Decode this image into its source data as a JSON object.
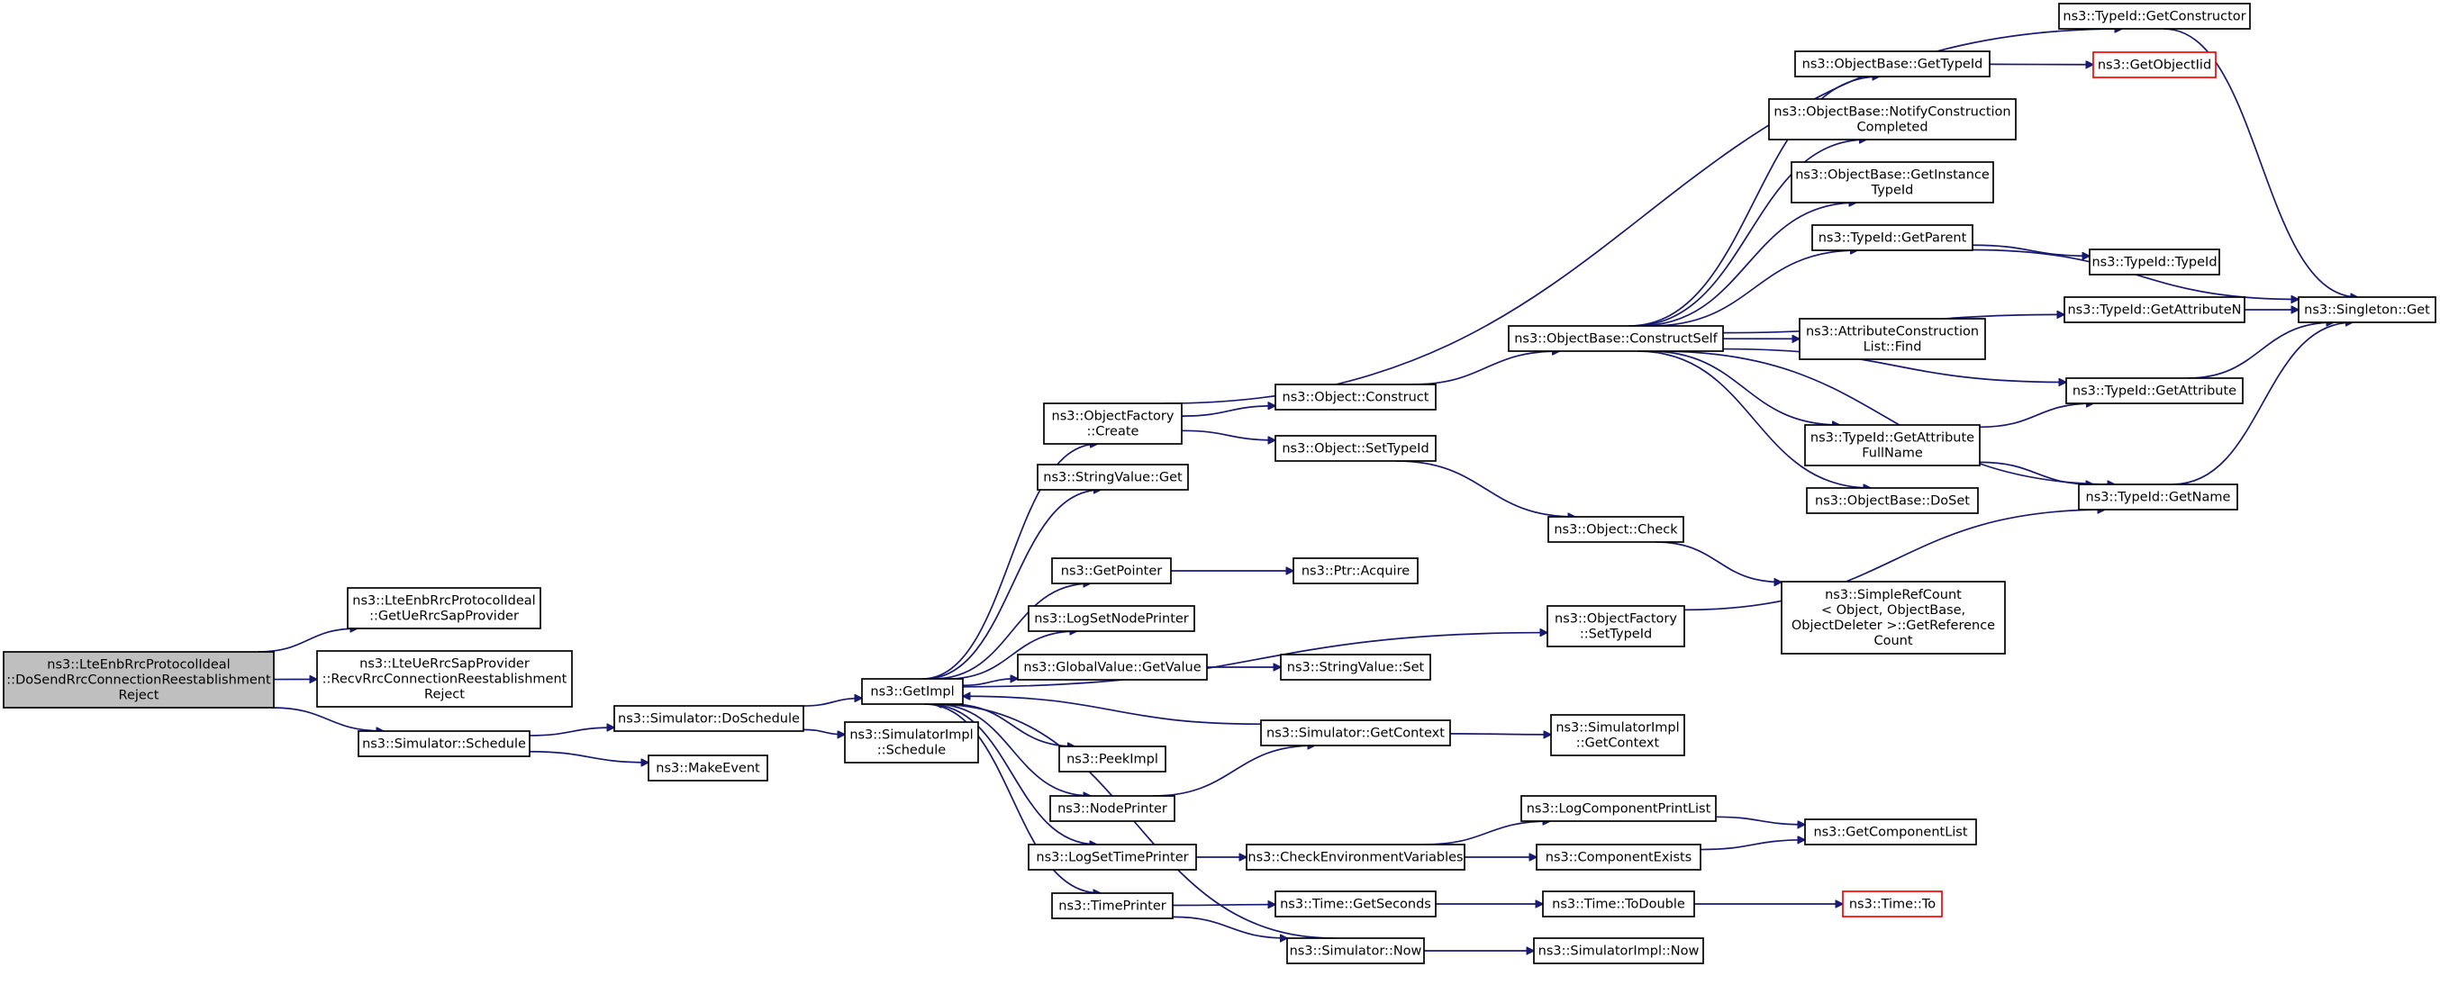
{
  "colors": {
    "edge": "#191970",
    "border": "#000000",
    "root_fill": "#bfbfbf",
    "red_border": "#ff0000",
    "background": "#ffffff"
  },
  "nodes": [
    {
      "id": "root",
      "lines": [
        "ns3::LteEnbRrcProtocolIdeal",
        "::DoSendRrcConnectionReestablishment",
        "Reject"
      ],
      "style": "root"
    },
    {
      "id": "getuerrc",
      "lines": [
        "ns3::LteEnbRrcProtocolIdeal",
        "::GetUeRrcSapProvider"
      ]
    },
    {
      "id": "recvrrc",
      "lines": [
        "ns3::LteUeRrcSapProvider",
        "::RecvRrcConnectionReestablishment",
        "Reject"
      ]
    },
    {
      "id": "schedule",
      "lines": [
        "ns3::Simulator::Schedule"
      ]
    },
    {
      "id": "doschedule",
      "lines": [
        "ns3::Simulator::DoSchedule"
      ]
    },
    {
      "id": "makeevent",
      "lines": [
        "ns3::MakeEvent"
      ]
    },
    {
      "id": "getimpl",
      "lines": [
        "ns3::GetImpl"
      ]
    },
    {
      "id": "simimplschedule",
      "lines": [
        "ns3::SimulatorImpl",
        "::Schedule"
      ]
    },
    {
      "id": "objfactcreate",
      "lines": [
        "ns3::ObjectFactory",
        "::Create"
      ]
    },
    {
      "id": "stringvalueget",
      "lines": [
        "ns3::StringValue::Get"
      ]
    },
    {
      "id": "getpointer",
      "lines": [
        "ns3::GetPointer"
      ]
    },
    {
      "id": "logsetnode",
      "lines": [
        "ns3::LogSetNodePrinter"
      ]
    },
    {
      "id": "globalvalue",
      "lines": [
        "ns3::GlobalValue::GetValue"
      ]
    },
    {
      "id": "peekimpl",
      "lines": [
        "ns3::PeekImpl"
      ]
    },
    {
      "id": "nodeprinter",
      "lines": [
        "ns3::NodePrinter"
      ]
    },
    {
      "id": "logsettime",
      "lines": [
        "ns3::LogSetTimePrinter"
      ]
    },
    {
      "id": "timeprinter",
      "lines": [
        "ns3::TimePrinter"
      ]
    },
    {
      "id": "ptracquire",
      "lines": [
        "ns3::Ptr::Acquire"
      ]
    },
    {
      "id": "stringvalueset",
      "lines": [
        "ns3::StringValue::Set"
      ]
    },
    {
      "id": "simgetcontext",
      "lines": [
        "ns3::Simulator::GetContext"
      ]
    },
    {
      "id": "checkenv",
      "lines": [
        "ns3::CheckEnvironmentVariables"
      ]
    },
    {
      "id": "timegetseconds",
      "lines": [
        "ns3::Time::GetSeconds"
      ]
    },
    {
      "id": "simnow",
      "lines": [
        "ns3::Simulator::Now"
      ]
    },
    {
      "id": "objconstruct",
      "lines": [
        "ns3::Object::Construct"
      ]
    },
    {
      "id": "objsettypeid",
      "lines": [
        "ns3::Object::SetTypeId"
      ]
    },
    {
      "id": "constructself",
      "lines": [
        "ns3::ObjectBase::ConstructSelf"
      ]
    },
    {
      "id": "objcheck",
      "lines": [
        "ns3::Object::Check"
      ]
    },
    {
      "id": "objfactsettypeid",
      "lines": [
        "ns3::ObjectFactory",
        "::SetTypeId"
      ]
    },
    {
      "id": "simimplgetcontext",
      "lines": [
        "ns3::SimulatorImpl",
        "::GetContext"
      ]
    },
    {
      "id": "logcompprint",
      "lines": [
        "ns3::LogComponentPrintList"
      ]
    },
    {
      "id": "compexists",
      "lines": [
        "ns3::ComponentExists"
      ]
    },
    {
      "id": "timetodouble",
      "lines": [
        "ns3::Time::ToDouble"
      ]
    },
    {
      "id": "simimplnow",
      "lines": [
        "ns3::SimulatorImpl::Now"
      ]
    },
    {
      "id": "simplerefcount",
      "lines": [
        "ns3::SimpleRefCount",
        "< Object, ObjectBase,",
        " ObjectDeleter >::GetReference",
        "Count"
      ]
    },
    {
      "id": "getcomplist",
      "lines": [
        "ns3::GetComponentList"
      ]
    },
    {
      "id": "timeto",
      "lines": [
        "ns3::Time::To"
      ],
      "style": "red"
    },
    {
      "id": "obgettypeid",
      "lines": [
        "ns3::ObjectBase::GetTypeId"
      ]
    },
    {
      "id": "notifyconstruct",
      "lines": [
        "ns3::ObjectBase::NotifyConstruction",
        "Completed"
      ]
    },
    {
      "id": "getinstancetypeid",
      "lines": [
        "ns3::ObjectBase::GetInstance",
        "TypeId"
      ]
    },
    {
      "id": "typeidgetparent",
      "lines": [
        "ns3::TypeId::GetParent"
      ]
    },
    {
      "id": "attrconstructfind",
      "lines": [
        "ns3::AttributeConstruction",
        "List::Find"
      ]
    },
    {
      "id": "getattrfullname",
      "lines": [
        "ns3::TypeId::GetAttribute",
        "FullName"
      ]
    },
    {
      "id": "obdoset",
      "lines": [
        "ns3::ObjectBase::DoSet"
      ]
    },
    {
      "id": "getconstructor",
      "lines": [
        "ns3::TypeId::GetConstructor"
      ]
    },
    {
      "id": "getobjectiid",
      "lines": [
        "ns3::GetObjectIid"
      ],
      "style": "red"
    },
    {
      "id": "typeidtypeid",
      "lines": [
        "ns3::TypeId::TypeId"
      ]
    },
    {
      "id": "getattributen",
      "lines": [
        "ns3::TypeId::GetAttributeN"
      ]
    },
    {
      "id": "getattribute",
      "lines": [
        "ns3::TypeId::GetAttribute"
      ]
    },
    {
      "id": "typeidgetname",
      "lines": [
        "ns3::TypeId::GetName"
      ]
    },
    {
      "id": "singletonget",
      "lines": [
        "ns3::Singleton::Get"
      ]
    }
  ],
  "edges": [
    [
      "root",
      "getuerrc"
    ],
    [
      "root",
      "recvrrc"
    ],
    [
      "root",
      "schedule"
    ],
    [
      "schedule",
      "doschedule"
    ],
    [
      "schedule",
      "makeevent"
    ],
    [
      "doschedule",
      "getimpl"
    ],
    [
      "doschedule",
      "simimplschedule"
    ],
    [
      "getimpl",
      "objfactcreate"
    ],
    [
      "getimpl",
      "stringvalueget"
    ],
    [
      "getimpl",
      "getpointer"
    ],
    [
      "getimpl",
      "logsetnode"
    ],
    [
      "getimpl",
      "globalvalue"
    ],
    [
      "getimpl",
      "peekimpl"
    ],
    [
      "getimpl",
      "nodeprinter"
    ],
    [
      "getimpl",
      "logsettime"
    ],
    [
      "getimpl",
      "timeprinter"
    ],
    [
      "getimpl",
      "objfactsettypeid"
    ],
    [
      "objfactcreate",
      "objconstruct"
    ],
    [
      "objfactcreate",
      "objsettypeid"
    ],
    [
      "objfactcreate",
      "getconstructor"
    ],
    [
      "getpointer",
      "ptracquire"
    ],
    [
      "globalvalue",
      "stringvalueset"
    ],
    [
      "simgetcontext",
      "getimpl"
    ],
    [
      "simgetcontext",
      "simimplgetcontext"
    ],
    [
      "nodeprinter",
      "simgetcontext"
    ],
    [
      "logsettime",
      "checkenv"
    ],
    [
      "checkenv",
      "logcompprint"
    ],
    [
      "checkenv",
      "compexists"
    ],
    [
      "timeprinter",
      "timegetseconds"
    ],
    [
      "timeprinter",
      "simnow"
    ],
    [
      "simnow",
      "getimpl"
    ],
    [
      "timegetseconds",
      "timetodouble"
    ],
    [
      "simnow",
      "simimplnow"
    ],
    [
      "timetodouble",
      "timeto"
    ],
    [
      "objconstruct",
      "constructself"
    ],
    [
      "objsettypeid",
      "objcheck"
    ],
    [
      "objcheck",
      "simplerefcount"
    ],
    [
      "logcompprint",
      "getcomplist"
    ],
    [
      "compexists",
      "getcomplist"
    ],
    [
      "constructself",
      "obgettypeid"
    ],
    [
      "constructself",
      "notifyconstruct"
    ],
    [
      "constructself",
      "getinstancetypeid"
    ],
    [
      "constructself",
      "typeidgetparent"
    ],
    [
      "constructself",
      "getattributen"
    ],
    [
      "constructself",
      "attrconstructfind"
    ],
    [
      "constructself",
      "getattribute"
    ],
    [
      "constructself",
      "getattrfullname"
    ],
    [
      "constructself",
      "obdoset"
    ],
    [
      "constructself",
      "typeidgetname"
    ],
    [
      "obgettypeid",
      "getobjectiid"
    ],
    [
      "typeidgetparent",
      "typeidtypeid"
    ],
    [
      "typeidgetparent",
      "singletonget"
    ],
    [
      "getattributen",
      "singletonget"
    ],
    [
      "getattribute",
      "singletonget"
    ],
    [
      "getattrfullname",
      "getattribute"
    ],
    [
      "getattrfullname",
      "typeidgetname"
    ],
    [
      "typeidgetname",
      "singletonget"
    ],
    [
      "getconstructor",
      "singletonget"
    ],
    [
      "objfactsettypeid",
      "typeidgetname"
    ]
  ]
}
